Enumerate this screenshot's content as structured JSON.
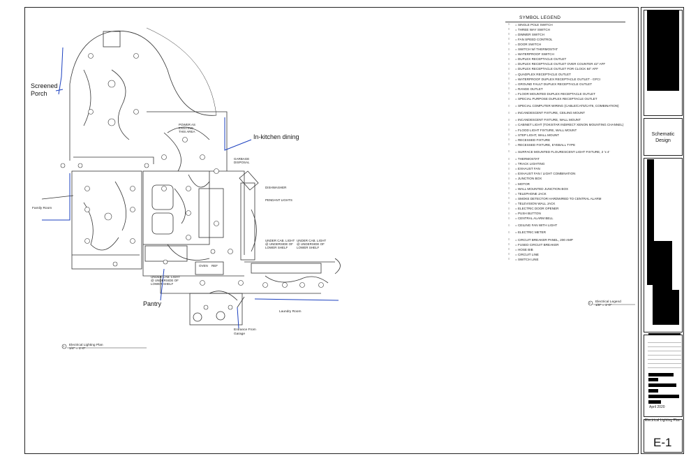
{
  "legend": {
    "title": "SYMBOL LEGEND",
    "items": [
      {
        "label": "= SINGLE POLE SWITCH",
        "icon": "switch-icon"
      },
      {
        "label": "= THREE WAY SWITCH",
        "icon": "switch-icon"
      },
      {
        "label": "= DIMMER SWITCH",
        "icon": "switch-icon"
      },
      {
        "label": "= FAN SPEED CONTROL",
        "icon": "switch-icon"
      },
      {
        "label": "= DOOR SWITCH",
        "icon": "switch-icon"
      },
      {
        "label": "= SWITCH W/ THERMOSTAT",
        "icon": "switch-icon"
      },
      {
        "label": "= WATERPROOF SWITCH",
        "icon": "switch-icon"
      },
      {
        "label": "= DUPLEX RECEPTACLE OUTLET",
        "icon": "outlet-icon"
      },
      {
        "label": "= DUPLEX RECEPTACLE OUTLET OVER COUNTER 42\" AFF",
        "icon": "outlet-icon"
      },
      {
        "label": "= DUPLEX RECEPTACLE OUTLET FOR CLOCK 84\" AFF",
        "icon": "outlet-icon"
      },
      {
        "label": "= QUADPLEX RECEPTACLE OUTLET",
        "icon": "outlet-icon"
      },
      {
        "label": "= WATERPROOF DUPLEX RECEPTACLE OUTLET - GFCI",
        "icon": "outlet-icon"
      },
      {
        "label": "= GROUND FAULT DUPLEX RECEPTACLE OUTLET",
        "icon": "outlet-icon"
      },
      {
        "label": "= RANGE OUTLET",
        "icon": "outlet-icon"
      },
      {
        "label": "= FLOOR MOUNTED DUPLEX RECEPTACLE OUTLET",
        "icon": "outlet-icon"
      },
      {
        "label": "= SPECIAL PURPOSE DUPLEX RECEPTACLE OUTLET",
        "icon": "outlet-icon"
      },
      {
        "label": "= SPECIAL COMPUTER WIRING (CABLE/CAT5/CAT6, COMBINATION)",
        "icon": "circle-c-icon"
      },
      {
        "label": "= INCANDESCENT FIXTURE, CEILING MOUNT",
        "icon": "circle-icon"
      },
      {
        "label": "= INCANDESCENT FIXTURE, WALL MOUNT",
        "icon": "half-circle-icon"
      },
      {
        "label": "= CABINET LIGHT (TOKISTAR INDIRECT XENON MOUNTING CHANNEL)",
        "icon": "dot-icon"
      },
      {
        "label": "= FLOOD LIGHT FIXTURE, WALL MOUNT",
        "icon": "flood-icon"
      },
      {
        "label": "= STEP LIGHT, WALL MOUNT",
        "icon": "step-icon"
      },
      {
        "label": "= RECESSED FIXTURE",
        "icon": "circle-r-icon"
      },
      {
        "label": "= RECESSED FIXTURE, EYEBALL TYPE",
        "icon": "eyeball-icon"
      },
      {
        "label": "= SURFACE MOUNTED FLOURESCENT LIGHT FIXTURE, 2 'x 4'",
        "icon": "rect-icon"
      },
      {
        "label": "= THERMOSTAT",
        "icon": "t-icon"
      },
      {
        "label": "= TRACK LIGHTING",
        "icon": "track-icon"
      },
      {
        "label": "= EXHAUST FAN",
        "icon": "fan-icon"
      },
      {
        "label": "= EXHAUST FAN / LIGHT COMBINATION",
        "icon": "fan-icon"
      },
      {
        "label": "= JUNCTION BOX",
        "icon": "j-icon"
      },
      {
        "label": "= MOTOR",
        "icon": "m-icon"
      },
      {
        "label": "= WALL MOUNTED JUNCTION BOX",
        "icon": "j-icon"
      },
      {
        "label": "= TELEPHONE JACK",
        "icon": "triangle-icon"
      },
      {
        "label": "= SMOKE DETECTOR HARDWIRED TO CENTRAL ALARM",
        "icon": "sd-icon"
      },
      {
        "label": "= TELEVISION WALL JACK",
        "icon": "tv-icon"
      },
      {
        "label": "= ELECTRIC DOOR OPENER",
        "icon": "d-icon"
      },
      {
        "label": "= PUSH BUTTON",
        "icon": "dot-circle-icon"
      },
      {
        "label": "= CENTRAL ALARM BELL",
        "icon": "bell-icon"
      },
      {
        "label": "= CEILING FAN WITH LIGHT",
        "icon": "ceiling-fan-icon"
      },
      {
        "label": "= ELECTRIC METER",
        "icon": "meter-icon"
      },
      {
        "label": "= CIRCUIT BREAKER PANEL, 200 AMP",
        "icon": "panel-icon"
      },
      {
        "label": "= FUSED CIRCUIT BREAKER",
        "icon": "fuse-icon"
      },
      {
        "label": "= HOSE BIB",
        "icon": "hose-icon"
      },
      {
        "label": "= CIRCUIT LINE",
        "icon": "line-icon"
      },
      {
        "label": "= SWITCH LINE",
        "icon": "dash-line-icon"
      }
    ]
  },
  "annotations": {
    "screened_porch_1": "Screened",
    "screened_porch_2": "Porch",
    "in_kitchen_dining": "In-kitchen dining",
    "pantry": "Pantry",
    "family_room": "Family Room",
    "laundry_room": "Laundry Room",
    "entrance_1": "Entrance From",
    "entrance_2": "Garage"
  },
  "plan_notes": {
    "power_1": "POWER AS",
    "power_2": "EXISTING",
    "power_3": "THIS AREA",
    "garbage_1": "GARBAGE",
    "garbage_2": "DISPOSAL",
    "dishwasher": "DISHWASHER",
    "pendant": "PENDANT LIGHTS",
    "ucl_a_1": "UNDER CAB. LIGHT",
    "ucl_a_2": "@ UNDERSIDE OF",
    "ucl_a_3": "LOWER SHELF",
    "ucl_b_1": "UNDER CAB. LIGHT",
    "ucl_b_2": "@ UNDERSIDE OF",
    "ucl_b_3": "LOWER SHELF",
    "ucl_c_1": "UNDER CAB. LIGHT",
    "ucl_c_2": "@ UNDERSIDE OF",
    "ucl_c_3": "LOWER SHELF",
    "oven": "OVEN",
    "ref": "REF"
  },
  "plan_title": {
    "number": "1",
    "name": "Electrical Lighting Plan",
    "scale": "1/4\" = 1'-0\""
  },
  "legend_title_block": {
    "number": "2",
    "name": "Electrical Legend",
    "scale": "1/8\" = 1'-0\""
  },
  "title_block": {
    "phase_1": "Schematic",
    "phase_2": "Design",
    "date": "April 2020",
    "drawing_name": "Electrical Lighting Plan",
    "sheet_number": "E-1"
  },
  "colors": {
    "line": "#222222",
    "annotation": "#1a3fbf",
    "redaction": "#000000"
  }
}
